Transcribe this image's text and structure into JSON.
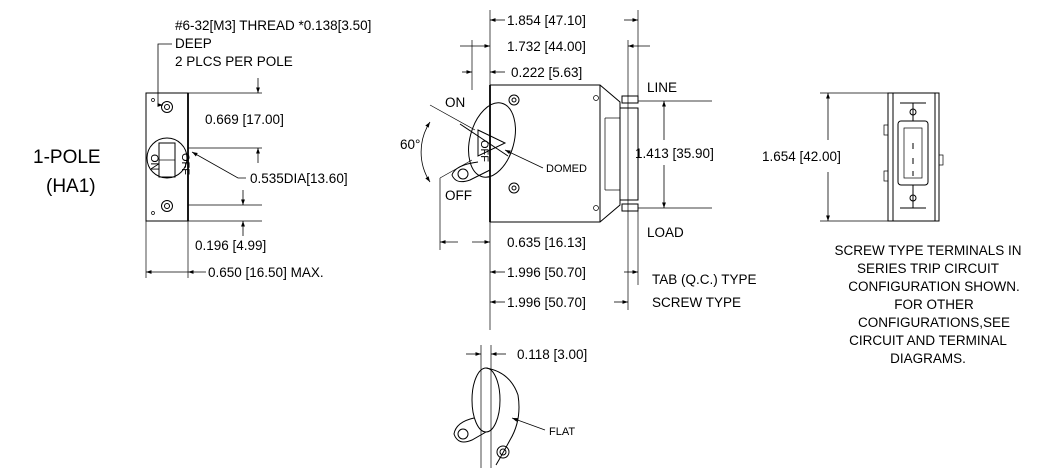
{
  "side_view": {
    "pole_label": "1-POLE",
    "model_label": "(HA1)",
    "thread_note": [
      "#6-32[M3] THREAD *0.138[3.50]",
      "DEEP",
      "2 PLCS PER POLE"
    ],
    "dim_vertical": "0.669 [17.00]",
    "dim_dia": "0.535DIA[13.60]",
    "dim_offset": "0.196 [4.99]",
    "dim_width": "0.650 [16.50] MAX.",
    "rocker_on": "ON",
    "rocker_off": "OFF"
  },
  "front_view": {
    "dim_top1": "1.854 [47.10]",
    "dim_top2": "1.732 [44.00]",
    "dim_top3": "0.222 [5.63]",
    "line_label": "LINE",
    "load_label": "LOAD",
    "on_label": "ON",
    "off_label": "OFF",
    "angle_label": "60°",
    "domed_label": "DOMED",
    "dim_height": "1.413 [35.90]",
    "dim_offset": "0.635 [16.13]",
    "dim_tab": "1.996 [50.70]",
    "tab_type_label": "TAB (Q.C.) TYPE",
    "dim_screw": "1.996 [50.70]",
    "screw_type_label": "SCREW TYPE"
  },
  "end_view": {
    "dim_height": "1.654 [42.00]",
    "note_lines": [
      "SCREW TYPE TERMINALS IN",
      "SERIES TRIP CIRCUIT",
      "CONFIGURATION SHOWN.",
      "FOR OTHER",
      "CONFIGURATIONS,SEE",
      "CIRCUIT AND TERMINAL",
      "DIAGRAMS."
    ]
  },
  "detail_view": {
    "dim_thickness": "0.118 [3.00]",
    "flat_label": "FLAT"
  }
}
